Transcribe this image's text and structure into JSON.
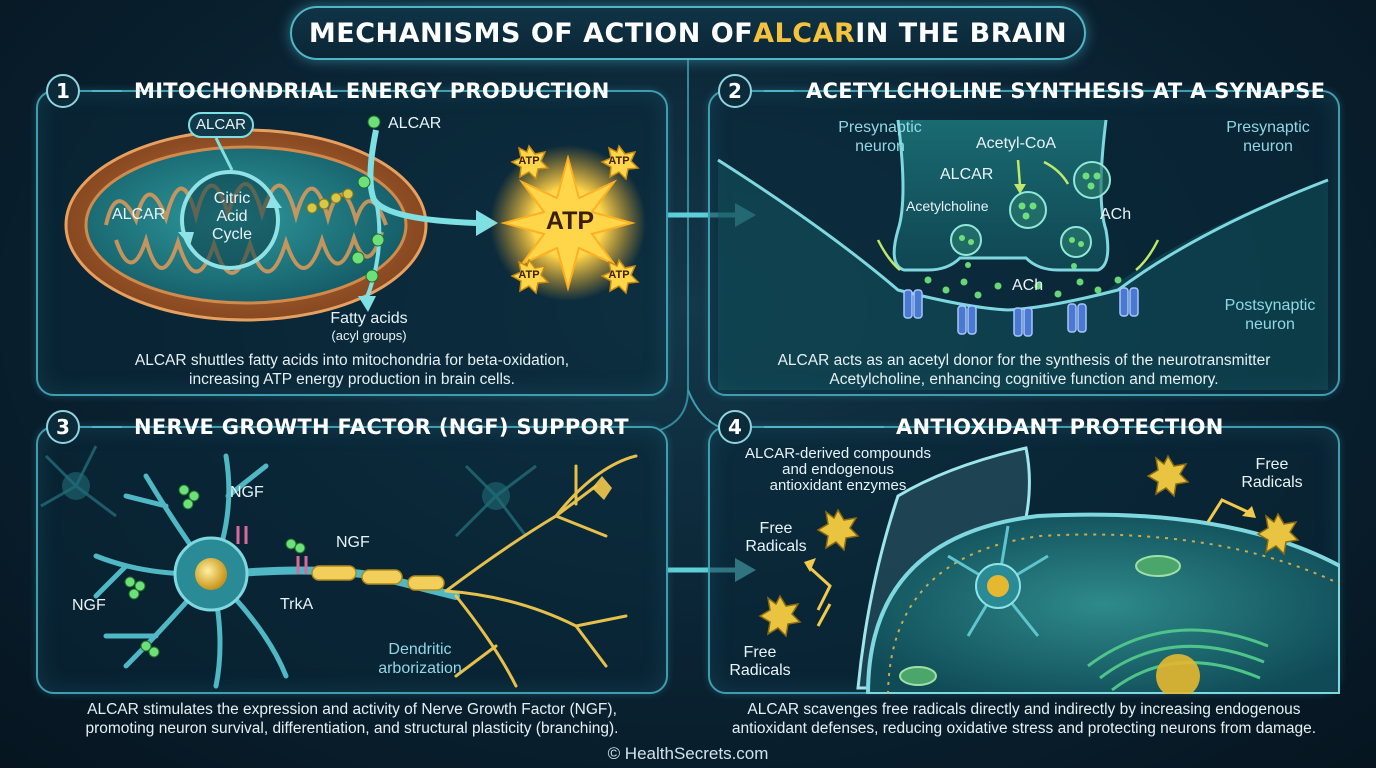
{
  "title": {
    "prefix": "MECHANISMS OF ACTION OF ",
    "highlight": "ALCAR",
    "suffix": " IN THE BRAIN"
  },
  "panels": [
    {
      "number": "1",
      "title": "MITOCHONDRIAL ENERGY PRODUCTION",
      "labels": {
        "alcar_top": "ALCAR",
        "alcar_top_right": "ALCAR",
        "alcar_left": "ALCAR",
        "cycle_line1": "Citric",
        "cycle_line2": "Acid",
        "cycle_line3": "Cycle",
        "fatty_acids": "Fatty acids",
        "acyl_groups": "(acyl groups)",
        "atp_big": "ATP",
        "atp_small": "ATP"
      },
      "caption_line1": "ALCAR shuttles fatty acids into mitochondria for beta-oxidation,",
      "caption_line2": "increasing ATP energy production in brain cells."
    },
    {
      "number": "2",
      "title": "ACETYLCHOLINE SYNTHESIS AT A SYNAPSE",
      "labels": {
        "presynaptic_left_1": "Presynaptic",
        "presynaptic_left_2": "neuron",
        "presynaptic_right_1": "Presynaptic",
        "presynaptic_right_2": "neuron",
        "acetyl_coa": "Acetyl-CoA",
        "alcar": "ALCAR",
        "acetylcholine": "Acetylcholine",
        "ach_right": "ACh",
        "ach_bottom": "ACh",
        "postsynaptic_1": "Postsynaptic",
        "postsynaptic_2": "neuron"
      },
      "caption_line1": "ALCAR acts as an acetyl donor for the synthesis of the neurotransmitter",
      "caption_line2": "Acetylcholine, enhancing cognitive function and memory."
    },
    {
      "number": "3",
      "title": "NERVE GROWTH FACTOR (NGF) SUPPORT",
      "labels": {
        "ngf_top": "NGF",
        "ngf_mid": "NGF",
        "ngf_left": "NGF",
        "trka": "TrkA",
        "dendritic_1": "Dendritic",
        "dendritic_2": "arborization"
      },
      "caption_line1": "ALCAR stimulates the expression and activity of Nerve Growth Factor (NGF),",
      "caption_line2": "promoting neuron survival, differentiation, and structural plasticity (branching)."
    },
    {
      "number": "4",
      "title": "ANTIOXIDANT PROTECTION",
      "labels": {
        "derived_1": "ALCAR-derived compounds",
        "derived_2": "and endogenous",
        "derived_3": "antioxidant enzymes",
        "free_radicals_right_1": "Free",
        "free_radicals_right_2": "Radicals",
        "free_radicals_left_1": "Free",
        "free_radicals_left_2": "Radicals",
        "free_radicals_bottom_1": "Free",
        "free_radicals_bottom_2": "Radicals"
      },
      "caption_line1": "ALCAR scavenges free radicals directly and indirectly by increasing endogenous",
      "caption_line2": "antioxidant defenses, reducing oxidative stress and protecting neurons from damage."
    }
  ],
  "footer": "© HealthSecrets.com",
  "colors": {
    "accent": "#4fb6c8",
    "highlight": "#f6c23e",
    "atp": "#ffd54a",
    "ach": "#6ee07a"
  }
}
